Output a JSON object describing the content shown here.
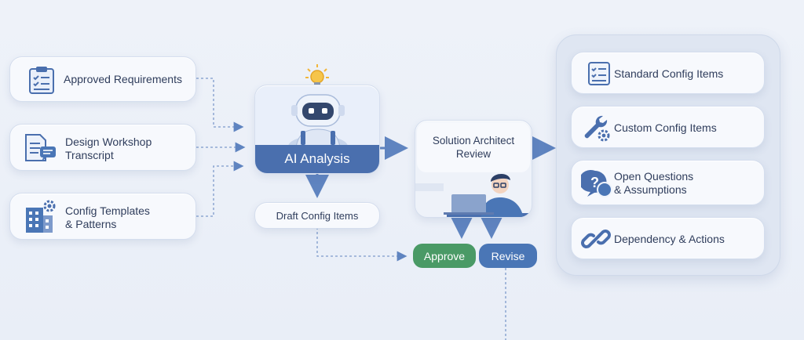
{
  "inputs": [
    {
      "label": "Approved Requirements",
      "icon": "clipboard-checklist-icon"
    },
    {
      "label": "Design Workshop\nTranscript",
      "icon": "document-chat-icon"
    },
    {
      "label": "Config Templates\n& Patterns",
      "icon": "building-gear-icon"
    }
  ],
  "ai": {
    "label": "AI Analysis",
    "icon": "robot-icon",
    "idea_icon": "lightbulb-icon"
  },
  "draft": {
    "label": "Draft Config Items"
  },
  "review": {
    "label": "Solution Architect\nReview",
    "icon": "architect-at-laptop-icon"
  },
  "decisions": [
    {
      "label": "Approve",
      "color": "#4a9a66"
    },
    {
      "label": "Revise",
      "color": "#4a76b6"
    }
  ],
  "outputs": [
    {
      "label": "Standard Config Items",
      "icon": "checklist-icon"
    },
    {
      "label": "Custom Config Items",
      "icon": "wrench-gear-icon"
    },
    {
      "label": "Open Questions\n& Assumptions",
      "icon": "question-bubble-icon"
    },
    {
      "label": "Dependency & Actions",
      "icon": "chain-link-icon"
    }
  ],
  "colors": {
    "accent": "#4a76b6",
    "approve": "#4a9a66",
    "ai_band": "#4a6fae",
    "connector": "#6e8fc4"
  }
}
